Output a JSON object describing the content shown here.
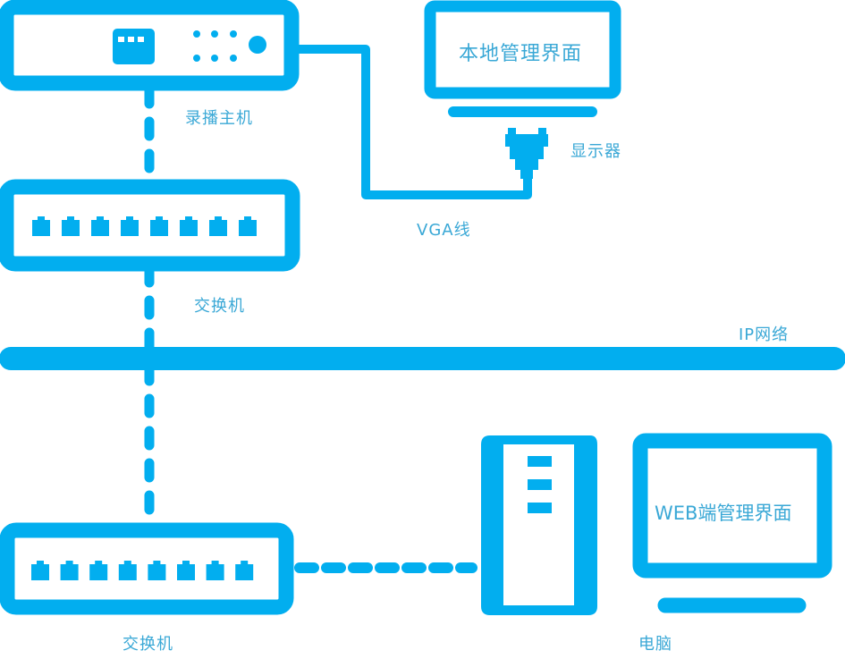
{
  "colors": {
    "primary": "#02AEEF",
    "label": "#3AA8D6",
    "background": "#FFFFFF"
  },
  "nodes": {
    "recorder": {
      "label": "录播主机",
      "icon": "recorder-host-icon"
    },
    "switch_top": {
      "label": "交换机",
      "icon": "network-switch-icon",
      "ports": 8
    },
    "switch_bottom": {
      "label": "交换机",
      "icon": "network-switch-icon",
      "ports": 8
    },
    "monitor": {
      "label": "显示器",
      "screen_text": "本地管理界面",
      "icon": "monitor-icon"
    },
    "computer": {
      "label": "电脑",
      "screen_text": "WEB端管理界面",
      "icon": "desktop-computer-icon"
    },
    "network": {
      "label": "IP网络"
    }
  },
  "connections": {
    "vga": {
      "label": "VGA线",
      "from": "录播主机",
      "to": "显示器",
      "style": "solid"
    },
    "recorder_to_switch": {
      "from": "录播主机",
      "to": "交换机",
      "style": "dashed"
    },
    "switch_to_network": {
      "from": "交换机",
      "to": "IP网络",
      "style": "dashed"
    },
    "network_to_switch": {
      "from": "IP网络",
      "to": "交换机",
      "style": "dashed"
    },
    "switch_to_computer": {
      "from": "交换机",
      "to": "电脑",
      "style": "dashed"
    }
  }
}
